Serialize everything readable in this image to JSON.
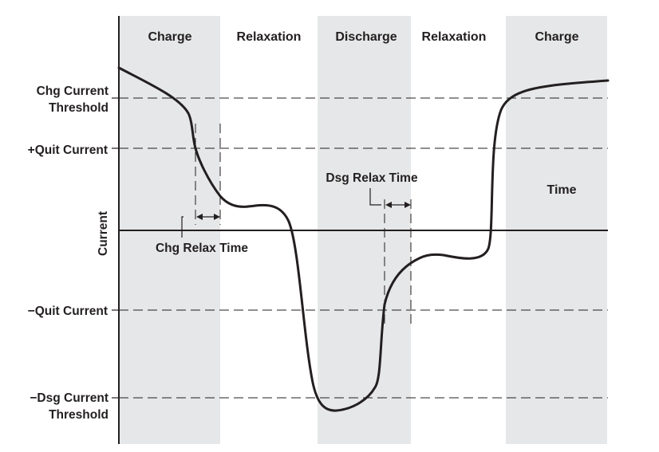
{
  "diagram": {
    "colors": {
      "band": "#e6e7e8",
      "ink": "#231f20",
      "background": "#ffffff"
    },
    "phases": [
      {
        "label": "Charge",
        "shaded": true
      },
      {
        "label": "Relaxation",
        "shaded": false
      },
      {
        "label": "Discharge",
        "shaded": true
      },
      {
        "label": "Relaxation",
        "shaded": false
      },
      {
        "label": "Charge",
        "shaded": true
      }
    ],
    "levels": {
      "chg_threshold": {
        "line1": "Chg Current",
        "line2": "Threshold"
      },
      "plus_quit": {
        "label": "+Quit Current"
      },
      "minus_quit": {
        "label": "−Quit Current"
      },
      "dsg_threshold": {
        "line1": "−Dsg Current",
        "line2": "Threshold"
      }
    },
    "y_axis_label": "Current",
    "x_axis_label": "Time",
    "annotations": {
      "chg_relax_time": "Chg Relax Time",
      "dsg_relax_time": "Dsg Relax Time"
    }
  }
}
